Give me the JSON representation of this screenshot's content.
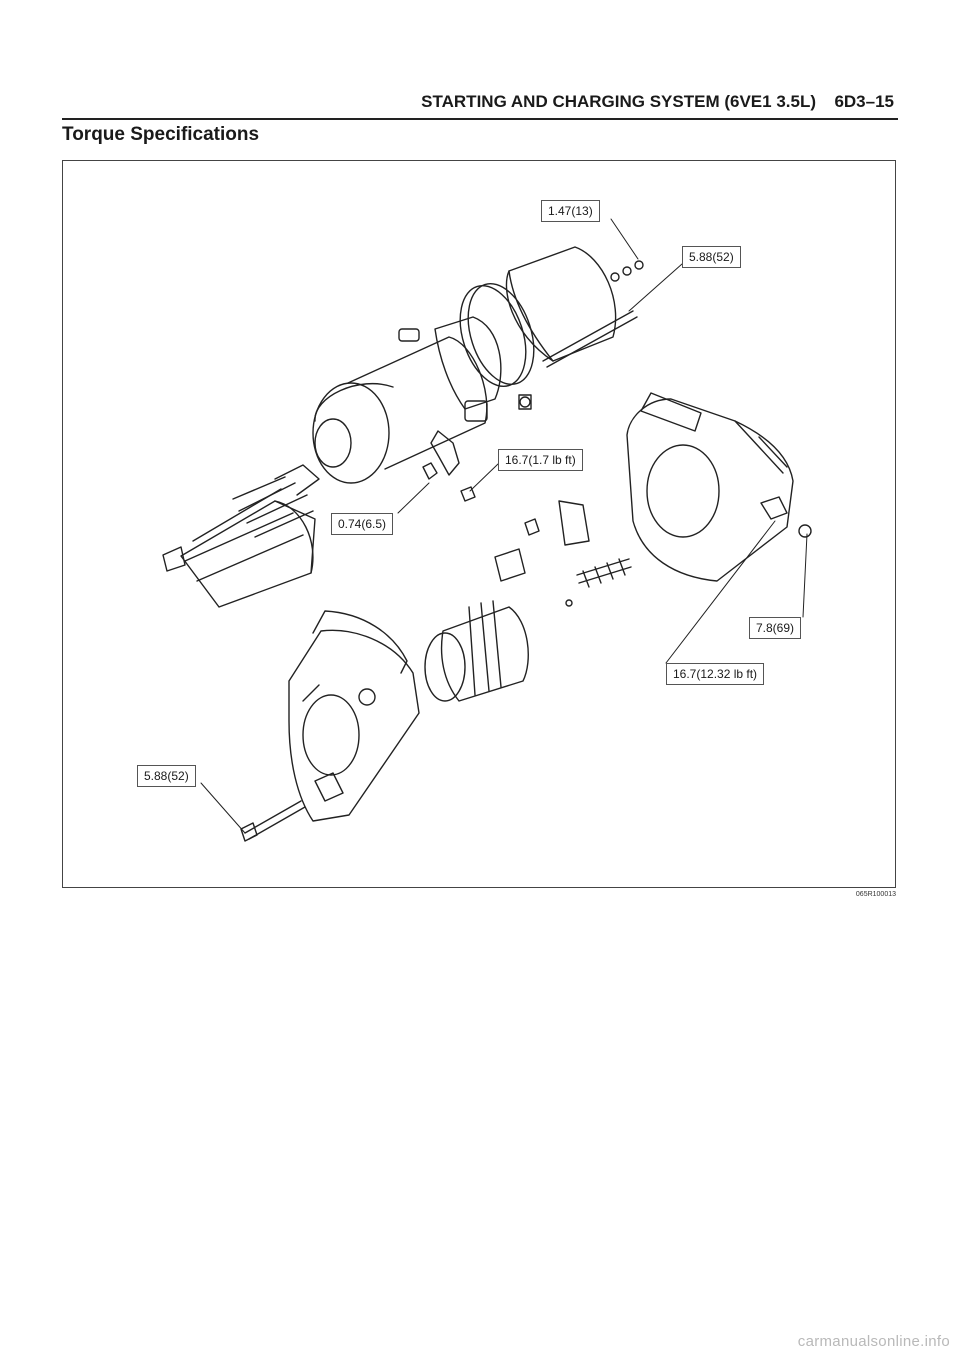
{
  "header": {
    "title": "STARTING AND CHARGING SYSTEM (6VE1 3.5L)",
    "page": "6D3–15"
  },
  "section_title": "Torque Specifications",
  "figure": {
    "callouts": [
      "1.47(13)",
      "5.88(52)",
      "16.7(1.7 lb ft)",
      "0.74(6.5)",
      "7.8(69)",
      "16.7(12.32 lb ft)",
      "5.88(52)"
    ],
    "figure_id": "065R100013"
  },
  "watermark": "carmanualsonline.info"
}
